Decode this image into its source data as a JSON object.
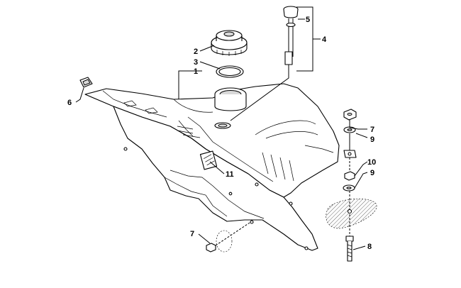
{
  "diagram": {
    "callouts": [
      {
        "id": "c1",
        "label": "1"
      },
      {
        "id": "c2",
        "label": "2"
      },
      {
        "id": "c3",
        "label": "3"
      },
      {
        "id": "c4",
        "label": "4"
      },
      {
        "id": "c5",
        "label": "5"
      },
      {
        "id": "c6",
        "label": "6"
      },
      {
        "id": "c7a",
        "label": "7"
      },
      {
        "id": "c7b",
        "label": "7"
      },
      {
        "id": "c8",
        "label": "8"
      },
      {
        "id": "c9a",
        "label": "9"
      },
      {
        "id": "c9b",
        "label": "9"
      },
      {
        "id": "c10",
        "label": "10"
      },
      {
        "id": "c11",
        "label": "11"
      }
    ]
  }
}
